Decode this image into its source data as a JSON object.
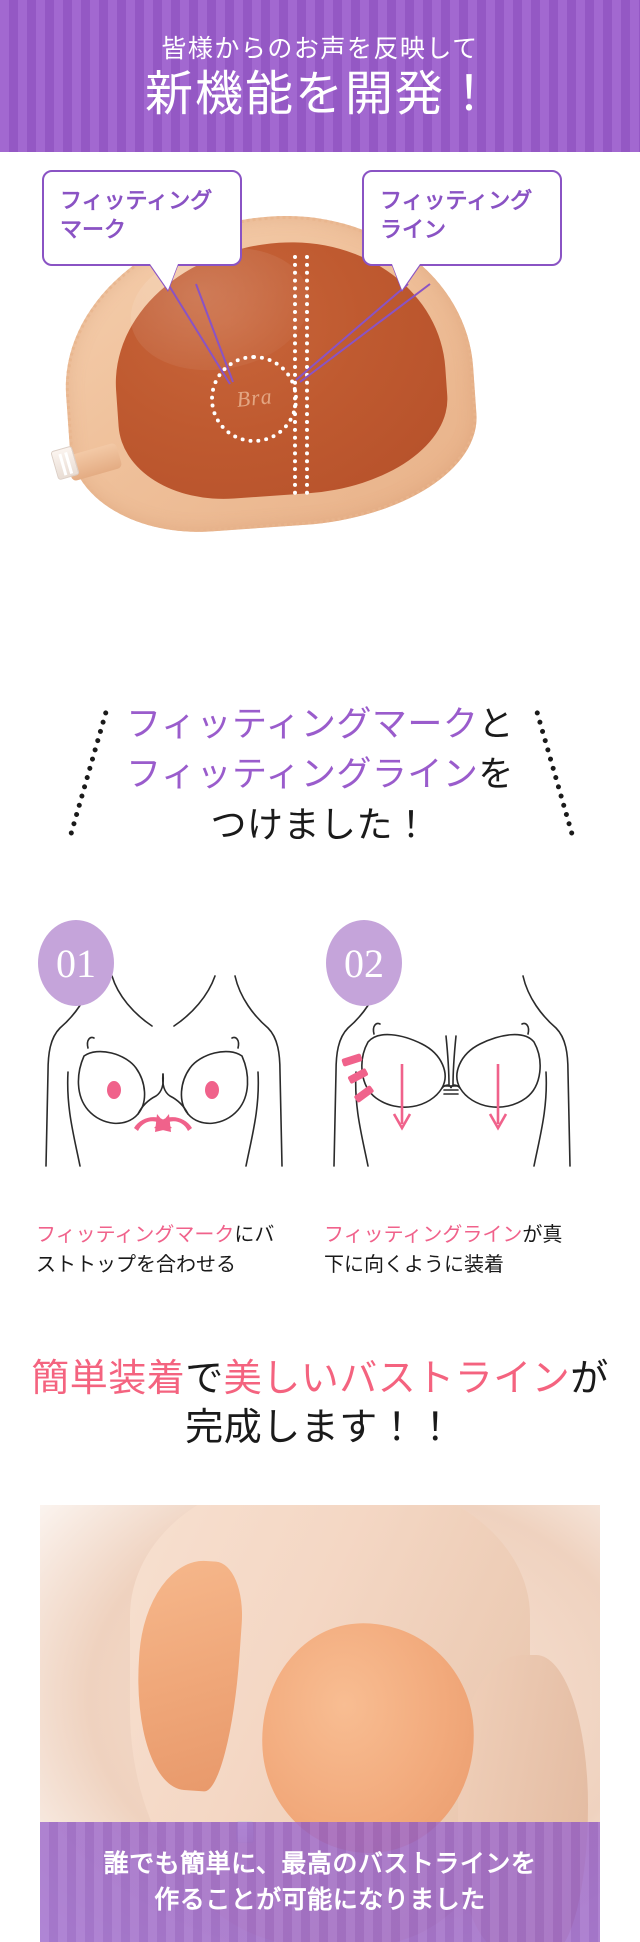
{
  "colors": {
    "header_purple": "#9a5ccc",
    "callout_purple": "#8a53c4",
    "badge_purple": "#c5a4da",
    "caption_pink": "#f0628b",
    "headline_pink": "#f4637f",
    "pad_fabric": "#efc09a",
    "pad_cup": "#bf5a30",
    "text_black": "#1a1a1a"
  },
  "header": {
    "line1": "皆様からのお声を反映して",
    "line2": "新機能を開発！"
  },
  "product": {
    "callout_mark": "フィッティング\nマーク",
    "callout_mark_l1": "フィッティング",
    "callout_mark_l2": "マーク",
    "callout_line_l1": "フィッティング",
    "callout_line_l2": "ライン",
    "logo_text": "Bra"
  },
  "hand_heading": {
    "line1_purple": "フィッティングマーク",
    "line1_black": "と",
    "line2_purple": "フィッティングライン",
    "line2_black": "を",
    "line3": "つけました！"
  },
  "steps": [
    {
      "number": "01",
      "caption_pink": "フィッティングマーク",
      "caption_black": "にバストトップを合わせる"
    },
    {
      "number": "02",
      "caption_pink": "フィッティングライン",
      "caption_black": "が真下に向くように装着"
    }
  ],
  "pink_headline": {
    "line1_a_pink": "簡単装着",
    "line1_b_black": "で",
    "line1_c_pink": "美しいバストライン",
    "line1_d_black": "が",
    "line2": "完成します！！"
  },
  "photo_caption": {
    "line1": "誰でも簡単に、最高のバストラインを",
    "line2": "作ることが可能になりました"
  }
}
